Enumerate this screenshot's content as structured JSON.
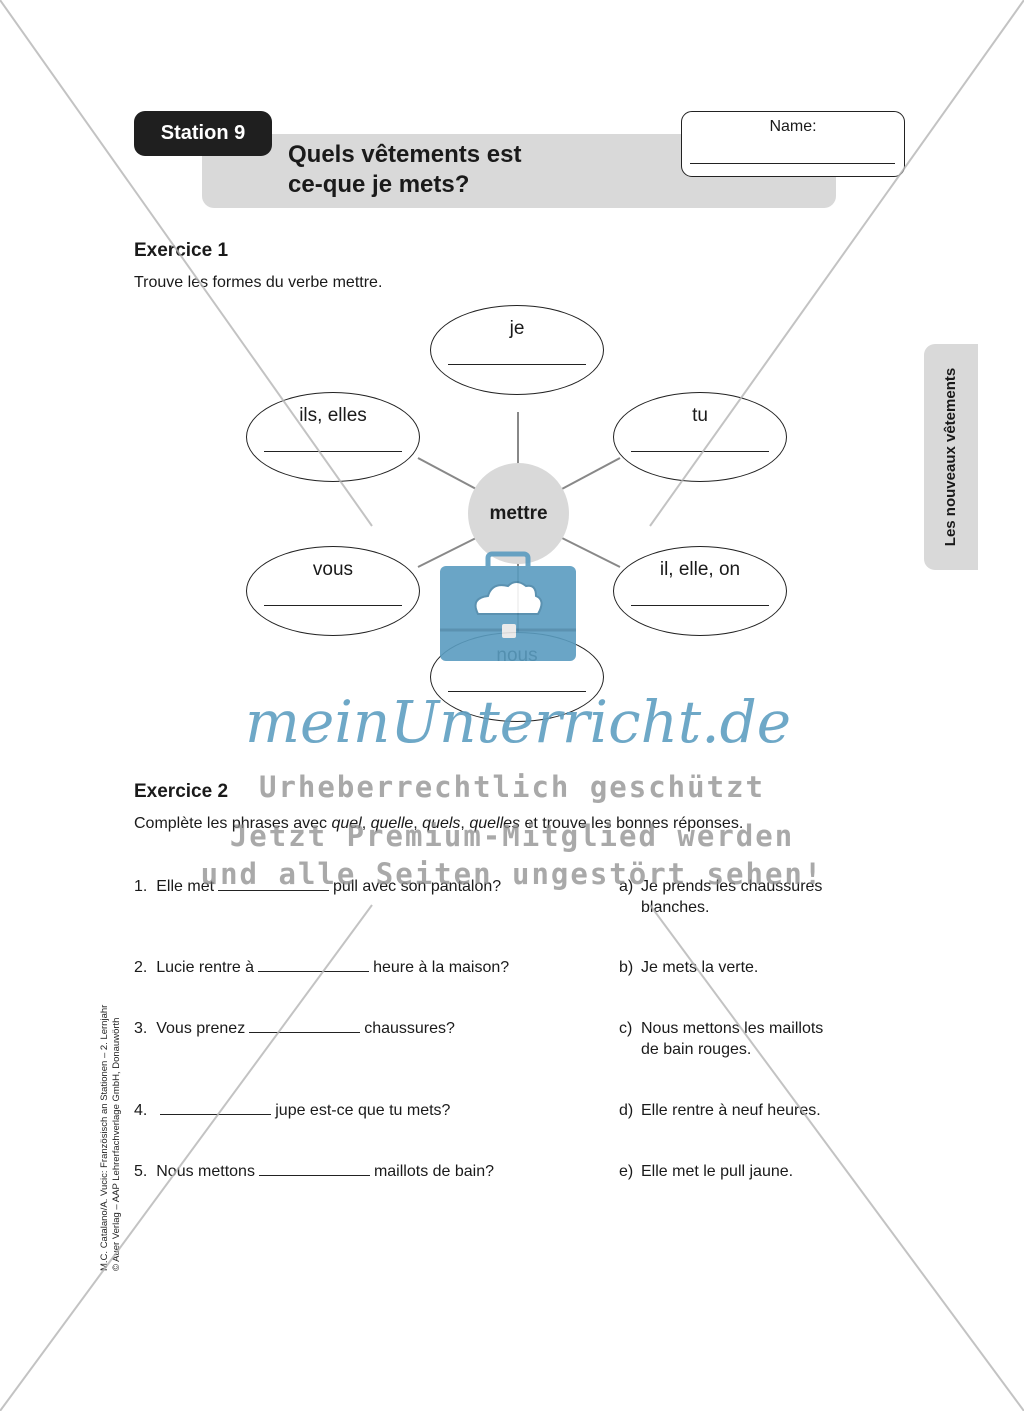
{
  "header": {
    "station": "Station 9",
    "title_line1": "Quels vêtements est",
    "title_line2": "ce-que je mets?",
    "name_label": "Name:"
  },
  "side_tab": "Les nouveaux vêtements",
  "exercise1": {
    "title": "Exercice 1",
    "instruction": "Trouve les formes du verbe mettre.",
    "center": "mettre",
    "pronouns": {
      "je": "je",
      "tu": "tu",
      "il": "il, elle, on",
      "nous": "nous",
      "vous": "vous",
      "ils": "ils, elles"
    }
  },
  "exercise2": {
    "title": "Exercice 2",
    "instruction_pre": "Complète les phrases avec ",
    "instruction_words": [
      "quel",
      "quelle",
      "quels",
      "quelles"
    ],
    "instruction_post": " et trouve les bonnes réponses.",
    "sentences": [
      {
        "num": "1.",
        "before": "Elle met",
        "after": "pull avec son pantalon?"
      },
      {
        "num": "2.",
        "before": "Lucie rentre à",
        "after": "heure à la maison?"
      },
      {
        "num": "3.",
        "before": "Vous prenez",
        "after": "chaussures?"
      },
      {
        "num": "4.",
        "before": "",
        "after": "jupe est-ce que tu mets?"
      },
      {
        "num": "5.",
        "before": "Nous mettons",
        "after": "maillots de bain?"
      }
    ],
    "answers": [
      {
        "letter": "a)",
        "line1": "Je prends les chaussures",
        "line2": "blanches."
      },
      {
        "letter": "b)",
        "line1": "Je mets la verte.",
        "line2": ""
      },
      {
        "letter": "c)",
        "line1": "Nous mettons les maillots",
        "line2": "de bain rouges."
      },
      {
        "letter": "d)",
        "line1": "Elle rentre à neuf heures.",
        "line2": ""
      },
      {
        "letter": "e)",
        "line1": "Elle met le pull jaune.",
        "line2": ""
      }
    ]
  },
  "copyright": {
    "line1": "M.C. Catalano/A. Vucic: Französisch an Stationen – 2. Lernjahr",
    "line2": "© Auer Verlag – AAP Lehrerfachverlage GmbH, Donauwörth"
  },
  "watermark": {
    "logo": "meinUnterricht.de",
    "line1": "Urheberrechtlich geschützt",
    "line2": "Jetzt Premium-Mitglied werden",
    "line3": "und alle Seiten ungestört sehen!",
    "color_logo": "#5f9fc2",
    "color_bag": "#5a9cc0"
  }
}
